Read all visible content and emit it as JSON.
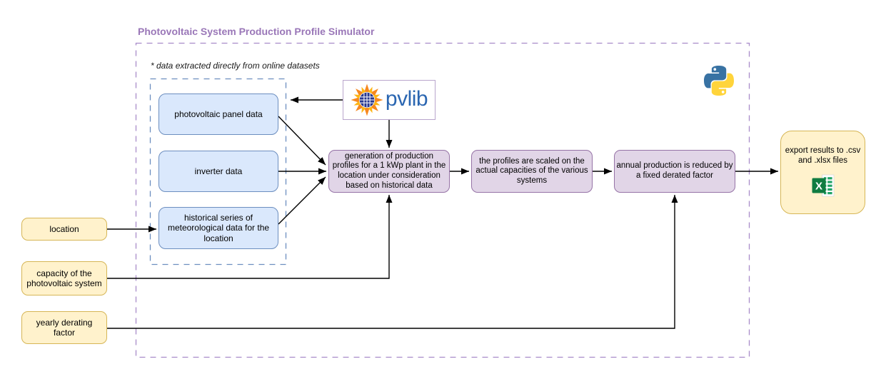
{
  "diagram": {
    "title": "Photovoltaic System Production Profile Simulator",
    "note": "* data extracted directly from online datasets",
    "sources": [
      {
        "label": "photovoltaic panel data"
      },
      {
        "label": "inverter data"
      },
      {
        "label": "historical series of meteorological data for the location"
      }
    ],
    "steps": [
      {
        "label": "generation of production profiles for a 1 kWp plant in the location under consideration based on historical data"
      },
      {
        "label": "the profiles are scaled on the actual capacities of the various systems"
      },
      {
        "label": "annual production is reduced by a fixed derated factor"
      }
    ],
    "inputs": [
      {
        "label": "location"
      },
      {
        "label": "capacity of the photovoltaic system"
      },
      {
        "label": "yearly derating factor"
      }
    ],
    "output": {
      "label": "export results to .csv and .xlsx files"
    },
    "pvlib_label": "pvlib",
    "icons": {
      "pvlib_sun": "pvlib-sun-icon",
      "python": "python-logo-icon",
      "excel": "excel-icon"
    },
    "colors": {
      "title_text": "#9a77b8",
      "outer_frame": "#a88bc9",
      "inner_frame": "#6c8ebf",
      "source_fill": "#dae8fc",
      "source_stroke": "#6c8ebf",
      "step_fill": "#e1d5e7",
      "step_stroke": "#9673a6",
      "input_fill": "#fff2cc",
      "input_stroke": "#d6b656",
      "pvlib_text": "#2b66b1",
      "connector": "#000000"
    }
  }
}
